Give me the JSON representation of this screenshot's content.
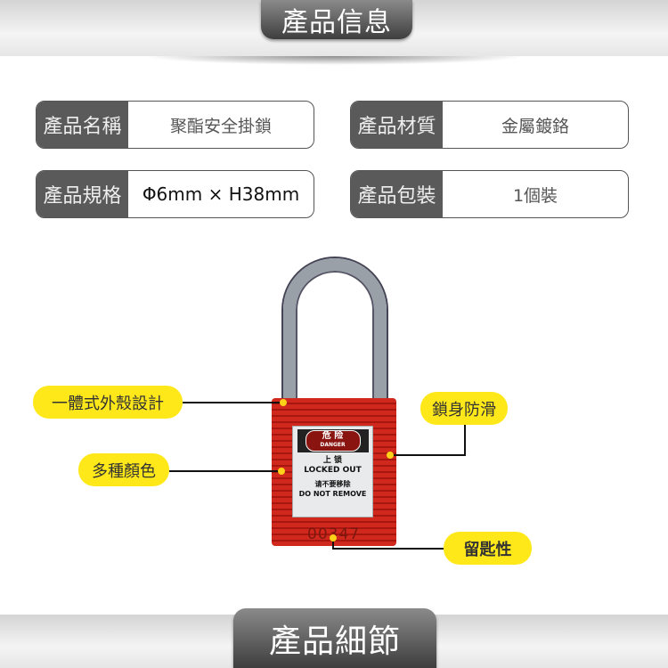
{
  "header": {
    "title": "產品信息"
  },
  "specs": [
    {
      "label": "產品名稱",
      "value": "聚酯安全掛鎖"
    },
    {
      "label": "產品材質",
      "value": "金屬鍍鉻"
    },
    {
      "label": "產品規格",
      "value": "Φ6mm × H38mm"
    },
    {
      "label": "產品包裝",
      "value": "1個裝"
    }
  ],
  "lock": {
    "danger_cn": "危 险",
    "danger_en": "DANGER",
    "locked_cn": "上 锁",
    "locked_en": "LOCKED OUT",
    "remove_cn": "请不要移除",
    "remove_en": "DO NOT REMOVE",
    "serial": "00347"
  },
  "callouts": {
    "shell": "一體式外殼設計",
    "colors": "多種顏色",
    "antislip": "鎖身防滑",
    "key": "留匙性"
  },
  "footer": {
    "title": "產品細節"
  }
}
